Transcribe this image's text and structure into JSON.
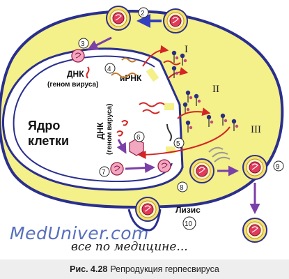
{
  "labels": {
    "nucleus_line1": "Ядро",
    "nucleus_line2": "клетки",
    "dna_short": "ДНК",
    "genome_paren": "(геном вируса)",
    "mrna": "иРНК",
    "dna_vertical": "ДНК",
    "genome_vertical": "(геном вируса)",
    "lysis": "Лизис"
  },
  "phases": [
    "I",
    "II",
    "III"
  ],
  "steps": [
    "2",
    "3",
    "4",
    "5",
    "6",
    "7",
    "8",
    "9",
    "10"
  ],
  "caption": {
    "figure": "Рис. 4.28",
    "text": "Репродукция герпесвируса"
  },
  "watermark": {
    "site": "MedUniver.com",
    "tagline": "все по медицине..."
  },
  "colors": {
    "cytoplasm": "#f4f08a",
    "membrane": "#2a2f8e",
    "nucleus_fill": "#ffffff",
    "virion_core": "#e23a5a",
    "virion_ring": "#f6e26a",
    "arrow_red": "#d42424",
    "arrow_violet": "#7b3fa8",
    "arrow_blue": "#3340c0"
  },
  "icons": [
    "virion-icon",
    "capsid-icon",
    "mrna-icon",
    "protein-icon"
  ]
}
